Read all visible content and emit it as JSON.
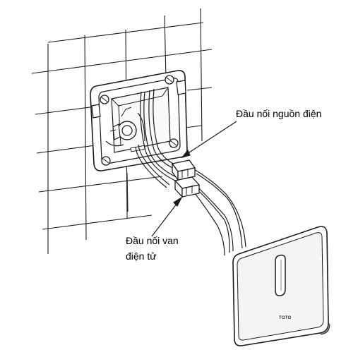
{
  "labels": {
    "power_connector": "Đầu nối nguồn điện",
    "valve_connector_line1": "Đầu nối van",
    "valve_connector_line2": "điện tử"
  },
  "sensor": {
    "brand": "TOTO"
  },
  "colors": {
    "line": "#1a1a1a",
    "sensor_face": "#f2f2f2",
    "background": "#ffffff"
  }
}
